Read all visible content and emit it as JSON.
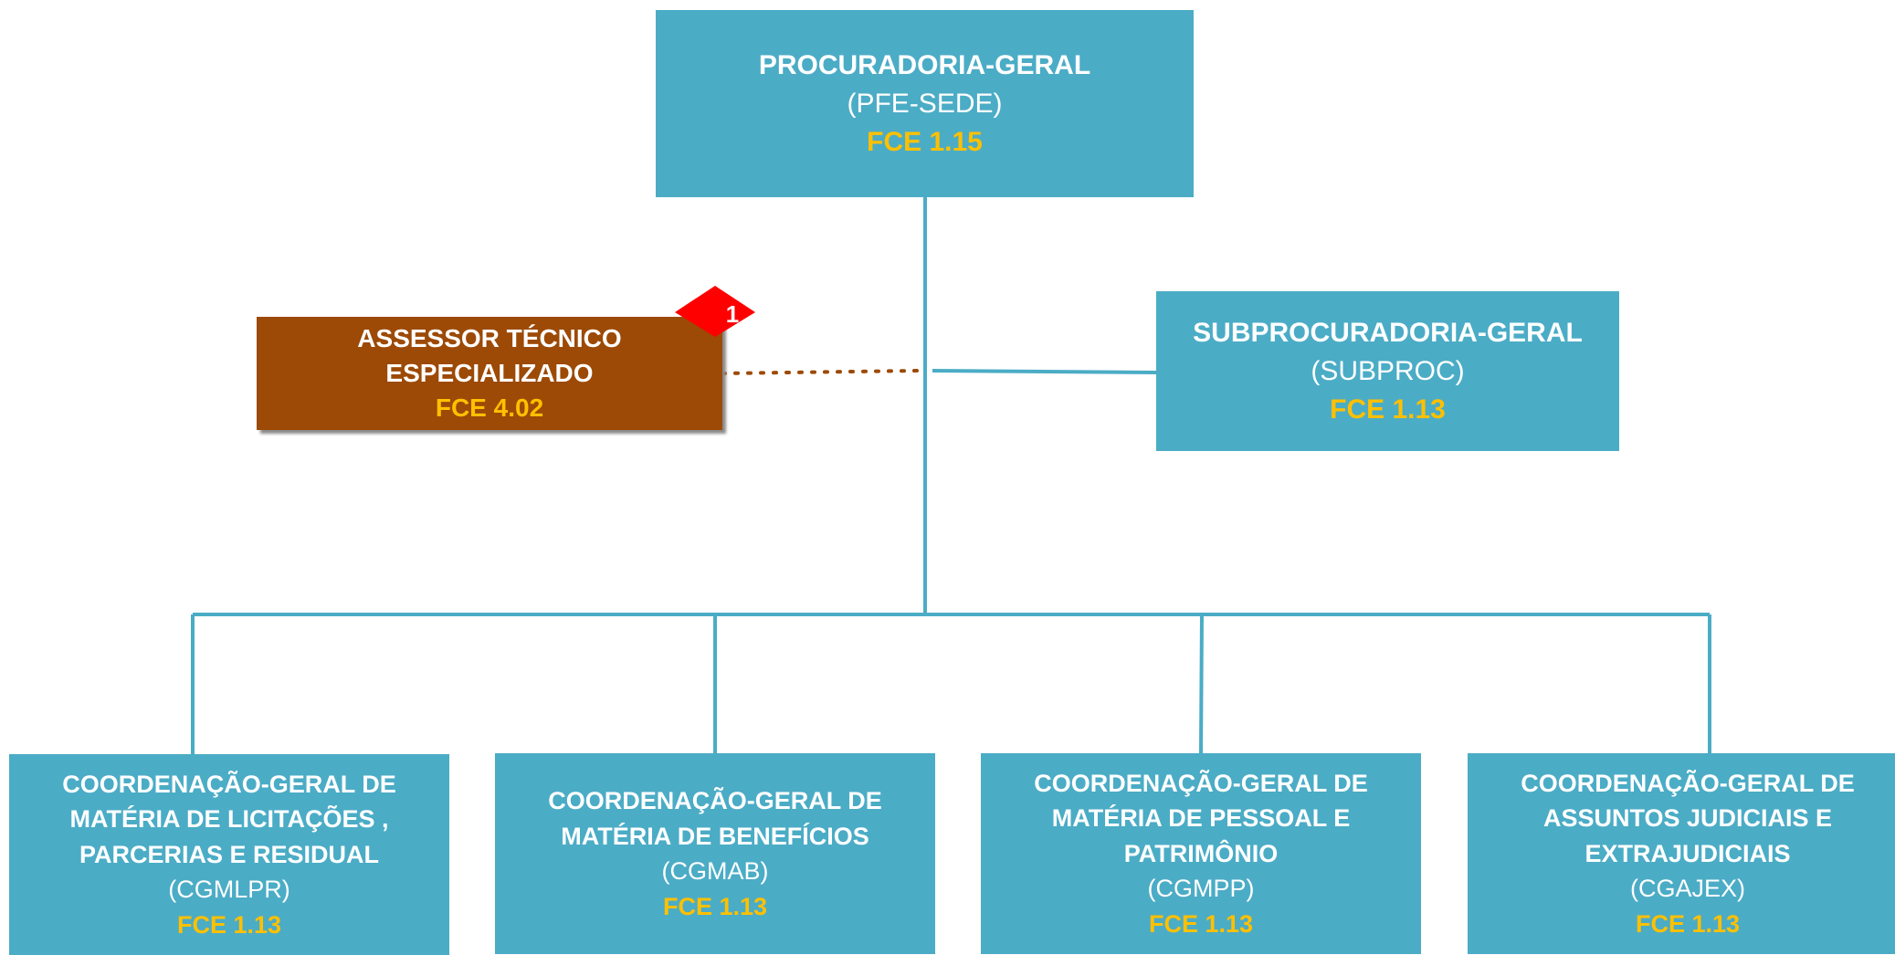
{
  "colors": {
    "box_fill": "#4bacc6",
    "connector": "#4bacc6",
    "advisor_fill": "#9c4a06",
    "fce_text": "#ffc000",
    "badge_fill": "#ff0000"
  },
  "procuradoria": {
    "title": "PROCURADORIA-GERAL",
    "abbr": "(PFE-SEDE)",
    "fce": "FCE 1.15"
  },
  "subprocuradoria": {
    "title": "SUBPROCURADORIA-GERAL",
    "abbr": "(SUBPROC)",
    "fce": "FCE 1.13"
  },
  "assessor": {
    "title": "ASSESSOR TÉCNICO\nESPECIALIZADO",
    "fce": "FCE 4.02",
    "badge": "1"
  },
  "coordenacoes": [
    {
      "title": "COORDENAÇÃO-GERAL DE\nMATÉRIA DE LICITAÇÕES ,\nPARCERIAS E RESIDUAL",
      "abbr": "(CGMLPR)",
      "fce": "FCE 1.13"
    },
    {
      "title": "COORDENAÇÃO-GERAL DE\nMATÉRIA DE BENEFÍCIOS",
      "abbr": "(CGMAB)",
      "fce": "FCE 1.13"
    },
    {
      "title": "COORDENAÇÃO-GERAL DE\nMATÉRIA DE PESSOAL E\nPATRIMÔNIO",
      "abbr": "(CGMPP)",
      "fce": "FCE 1.13"
    },
    {
      "title": "COORDENAÇÃO-GERAL DE\nASSUNTOS JUDICIAIS E\nEXTRAJUDICIAIS",
      "abbr": "(CGAJEX)",
      "fce": "FCE 1.13"
    }
  ]
}
